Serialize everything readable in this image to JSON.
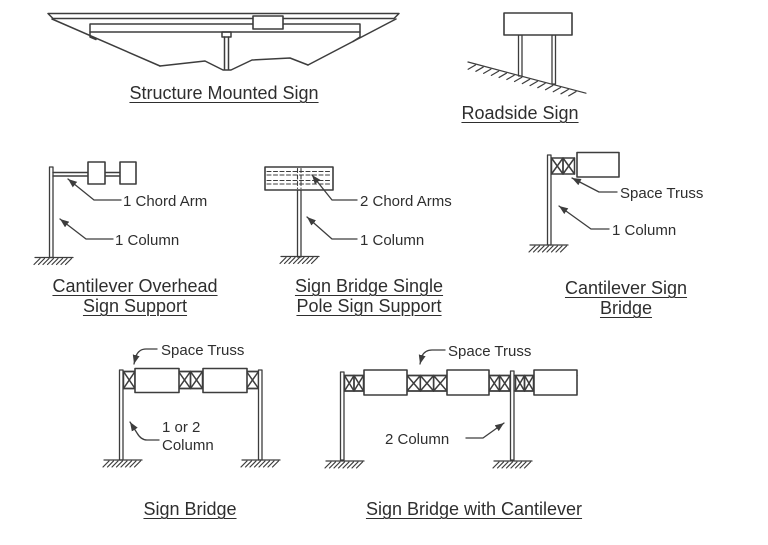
{
  "figures": {
    "structure_mounted": {
      "title": "Structure Mounted Sign"
    },
    "roadside": {
      "title": "Roadside Sign"
    },
    "cantilever_overhead": {
      "title": "Cantilever Overhead\nSign Support",
      "label_chord_arm": "1 Chord Arm",
      "label_column": "1 Column"
    },
    "single_pole": {
      "title": "Sign Bridge Single\nPole Sign Support",
      "label_chord_arms": "2 Chord Arms",
      "label_column": "1 Column"
    },
    "cantilever_sign_bridge": {
      "title": "Cantilever Sign Bridge",
      "label_space_truss": "Space Truss",
      "label_column": "1 Column"
    },
    "sign_bridge": {
      "title": "Sign Bridge",
      "label_space_truss": "Space Truss",
      "label_column": "1 or 2\nColumn"
    },
    "sign_bridge_cantilever": {
      "title": "Sign Bridge with Cantilever",
      "label_space_truss": "Space Truss",
      "label_column": "2 Column"
    }
  },
  "colors": {
    "line": "#3d3d3d",
    "text": "#2e2e2e",
    "background": "#ffffff"
  }
}
